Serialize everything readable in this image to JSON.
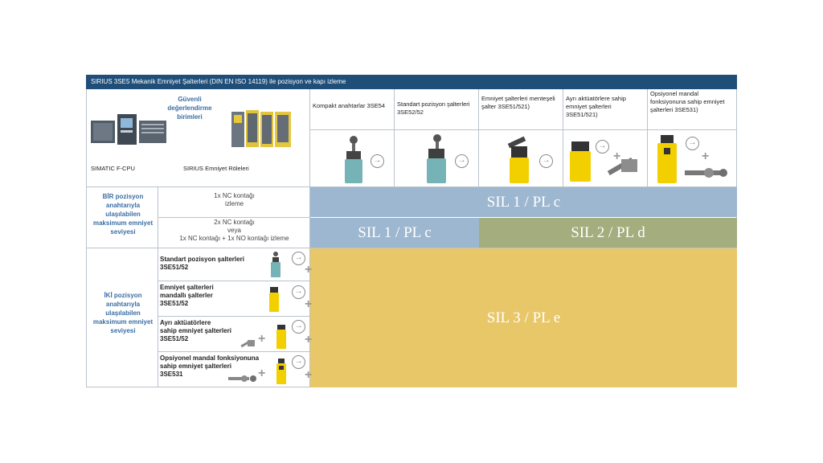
{
  "title": "SIRIUS 3SE5 Mekanik Emniyet Şalterleri (DIN EN ISO 14119) ile pozisyon ve kapı izleme",
  "top_left": {
    "eval_units_label": "Güvenli değerlendirme birimleri",
    "plc_label": "SIMATIC F-CPU",
    "relay_label": "SIRIUS Emniyet Röleleri"
  },
  "columns": [
    {
      "label": "Kompakt anahtarlar 3SE54"
    },
    {
      "label": "Standart pozisyon şalterleri 3SE52/52"
    },
    {
      "label": "Emniyet şalterleri menteşeli şalter 3SE51/521)"
    },
    {
      "label": "Ayrı aktüatörlere sahip emniyet şalterleri 3SE51/521)"
    },
    {
      "label": "Opsiyonel mandal fonksiyonuna sahip emniyet şalterleri 3SE531)"
    }
  ],
  "one_position": {
    "label": "BİR pozisyon anahtarıyla ulaşılabilen maksimum emniyet seviyesi",
    "rows": [
      {
        "condition_line1": "1x NC kontağı",
        "condition_line2": "izleme",
        "sil": "SIL 1 / PL c"
      },
      {
        "condition_line1": "2x NC kontağı",
        "condition_line2": "veya",
        "condition_line3": "1x NC kontağı + 1x NO kontağı izleme",
        "sil_left": "SIL 1 / PL c",
        "sil_right": "SIL 2 / PL d"
      }
    ]
  },
  "two_positions": {
    "label": "İKİ pozisyon anahtarıyla ulaşılabilen maksimum emniyet seviyesi",
    "rows": [
      {
        "line1": "Standart pozisyon şalterleri",
        "line2": "3SE51/52"
      },
      {
        "line1": "Emniyet şalterleri",
        "line2": "mandallı şalterler",
        "line3": "3SE51/52"
      },
      {
        "line1": "Ayrı aktüatörlere",
        "line2": "sahip emniyet şalterleri",
        "line3": "3SE51/52"
      },
      {
        "line1": "Opsiyonel mandal fonksiyonuna",
        "line2": "sahip emniyet şalterleri",
        "line3": "3SE531"
      }
    ],
    "sil": "SIL 3 / PL e"
  },
  "colors": {
    "header_bar": "#1f4e79",
    "sil_c": "#9db7d0",
    "sil_d": "#a3ad7d",
    "sil_e": "#e8c769",
    "switch_yellow": "#f2d000",
    "switch_teal": "#76b3b6"
  },
  "icons": {
    "arrow": "→",
    "plus": "+"
  }
}
